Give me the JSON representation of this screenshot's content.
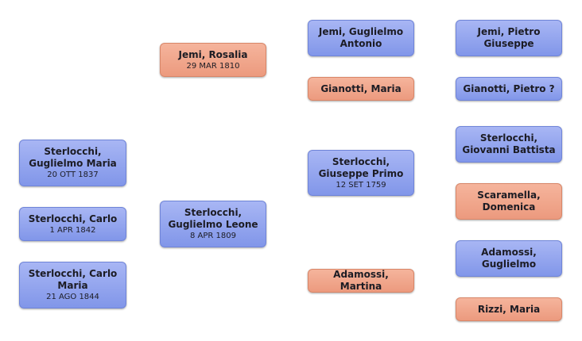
{
  "people": {
    "guglielmo_maria": {
      "name": "Sterlocchi, Guglielmo Maria",
      "date": "20 OTT 1837",
      "sex": "male"
    },
    "carlo": {
      "name": "Sterlocchi, Carlo",
      "date": "1 APR 1842",
      "sex": "male"
    },
    "carlo_maria": {
      "name": "Sterlocchi, Carlo Maria",
      "date": "21 AGO 1844",
      "sex": "male"
    },
    "rosalia": {
      "name": "Jemi, Rosalia",
      "date": "29 MAR 1810",
      "sex": "female"
    },
    "guglielmo_leone": {
      "name": "Sterlocchi, Guglielmo Leone",
      "date": "8 APR 1809",
      "sex": "male"
    },
    "guglielmo_antonio": {
      "name": "Jemi, Guglielmo Antonio",
      "sex": "male"
    },
    "maria_gianotti": {
      "name": "Gianotti, Maria",
      "sex": "female"
    },
    "giuseppe_primo": {
      "name": "Sterlocchi, Giuseppe Primo",
      "date": "12 SET 1759",
      "sex": "male"
    },
    "martina": {
      "name": "Adamossi, Martina",
      "sex": "female"
    },
    "pietro_giuseppe": {
      "name": "Jemi, Pietro Giuseppe",
      "sex": "male"
    },
    "pietro_gianotti": {
      "name": "Gianotti, Pietro ?",
      "sex": "male"
    },
    "giovanni_battista": {
      "name": "Sterlocchi, Giovanni Battista",
      "sex": "male"
    },
    "domenica": {
      "name": "Scaramella, Domenica",
      "sex": "female"
    },
    "guglielmo_adamossi": {
      "name": "Adamossi, Guglielmo",
      "sex": "male"
    },
    "maria_rizzi": {
      "name": "Rizzi, Maria",
      "sex": "female"
    }
  },
  "colors": {
    "male": "#8ea0ee",
    "female": "#f0a68b"
  }
}
